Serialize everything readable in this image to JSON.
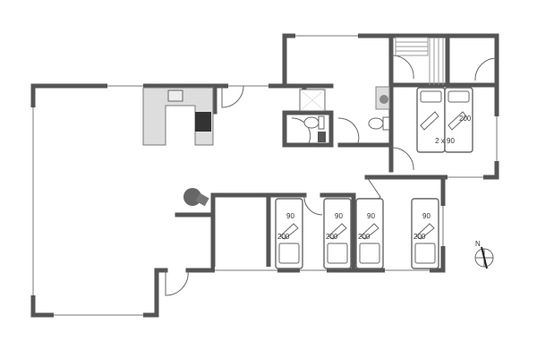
{
  "plan": {
    "double_bed": {
      "size_label": "2 x 90",
      "length_label": "200"
    },
    "single_beds": [
      {
        "width_label": "90",
        "length_label": "200"
      },
      {
        "width_label": "90",
        "length_label": "200"
      },
      {
        "width_label": "90",
        "length_label": "200"
      },
      {
        "width_label": "90",
        "length_label": "200"
      }
    ],
    "compass": {
      "label": "N"
    }
  }
}
